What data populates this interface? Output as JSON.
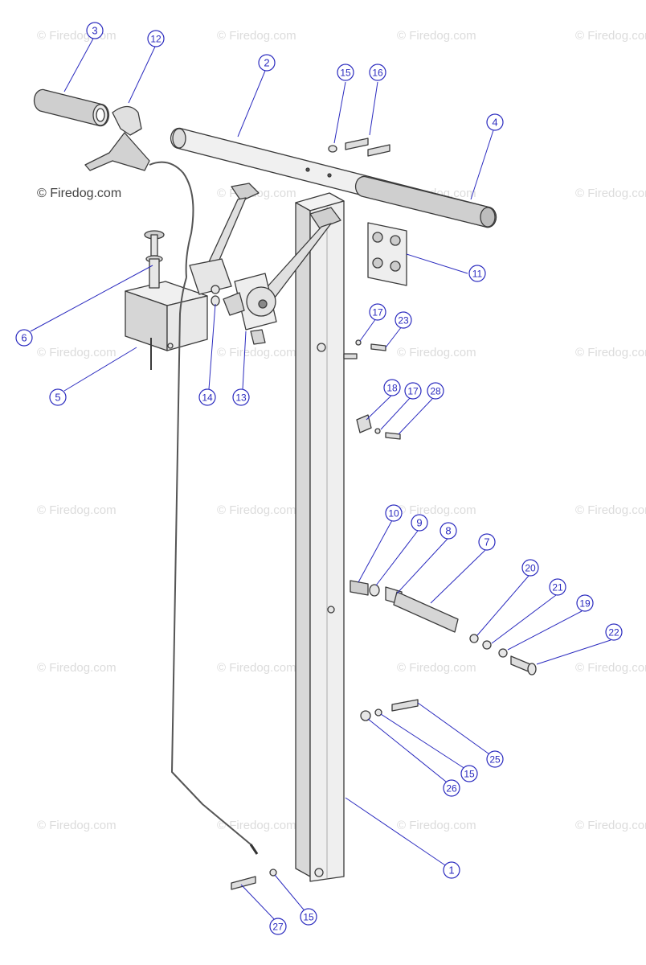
{
  "watermark": "© Firedog.com",
  "copyright": "© Firedog.com",
  "colors": {
    "callout": "#2b2bbf",
    "line": "#3a3a3a",
    "fill": "#e6e6e6",
    "watermark": "#dcdcdc"
  },
  "callouts": [
    {
      "id": "c1",
      "label": "1"
    },
    {
      "id": "c2",
      "label": "2"
    },
    {
      "id": "c3",
      "label": "3"
    },
    {
      "id": "c4",
      "label": "4"
    },
    {
      "id": "c5",
      "label": "5"
    },
    {
      "id": "c6",
      "label": "6"
    },
    {
      "id": "c7",
      "label": "7"
    },
    {
      "id": "c8",
      "label": "8"
    },
    {
      "id": "c9",
      "label": "9"
    },
    {
      "id": "c10",
      "label": "10"
    },
    {
      "id": "c11",
      "label": "11"
    },
    {
      "id": "c12",
      "label": "12"
    },
    {
      "id": "c13",
      "label": "13"
    },
    {
      "id": "c14",
      "label": "14"
    },
    {
      "id": "c15a",
      "label": "15"
    },
    {
      "id": "c15b",
      "label": "15"
    },
    {
      "id": "c15c",
      "label": "15"
    },
    {
      "id": "c16",
      "label": "16"
    },
    {
      "id": "c17a",
      "label": "17"
    },
    {
      "id": "c17b",
      "label": "17"
    },
    {
      "id": "c18",
      "label": "18"
    },
    {
      "id": "c19",
      "label": "19"
    },
    {
      "id": "c20",
      "label": "20"
    },
    {
      "id": "c21",
      "label": "21"
    },
    {
      "id": "c22",
      "label": "22"
    },
    {
      "id": "c23",
      "label": "23"
    },
    {
      "id": "c25",
      "label": "25"
    },
    {
      "id": "c26",
      "label": "26"
    },
    {
      "id": "c27",
      "label": "27"
    },
    {
      "id": "c28",
      "label": "28"
    }
  ]
}
